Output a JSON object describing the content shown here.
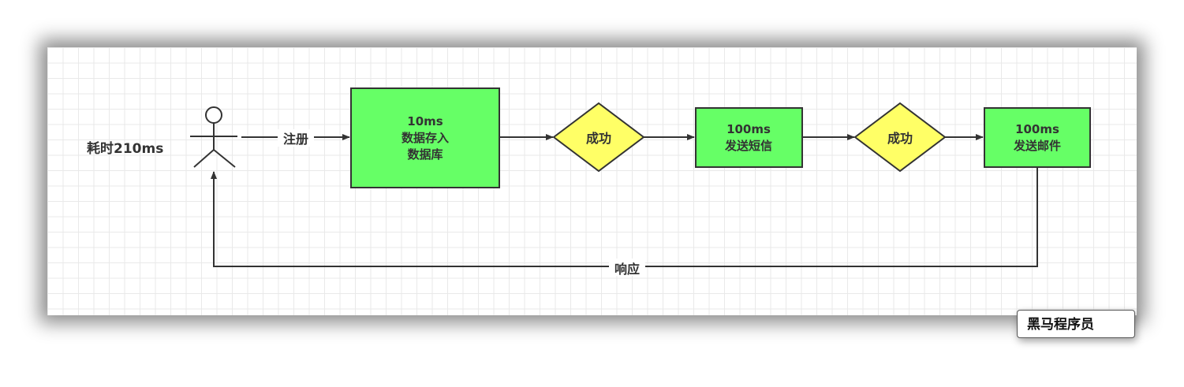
{
  "colors": {
    "process_fill": "#66ff66",
    "decision_fill": "#ffff66",
    "stroke": "#333333",
    "text": "#333333"
  },
  "diagram": {
    "time_label": "耗时210ms",
    "actor_icon": "stick-figure-icon",
    "edge_register": "注册",
    "edge_response": "响应",
    "box_db": {
      "line1": "10ms",
      "line2": "数据存入",
      "line3": "数据库"
    },
    "decision1": "成功",
    "box_sms": {
      "line1": "100ms",
      "line2": "发送短信"
    },
    "decision2": "成功",
    "box_mail": {
      "line1": "100ms",
      "line2": "发送邮件"
    }
  },
  "watermark": "黑马程序员"
}
